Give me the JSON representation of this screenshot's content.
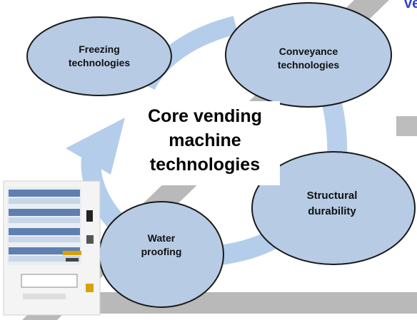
{
  "corner_text": "ve",
  "center_label": [
    "Core vending",
    "machine",
    "technologies"
  ],
  "bubbles": {
    "freezing": [
      "Freezing",
      "technologies"
    ],
    "conveyance": [
      "Conveyance",
      "technologies"
    ],
    "structural": [
      "Structural",
      "durability"
    ],
    "water": [
      "Water",
      "proofing"
    ]
  },
  "colors": {
    "bubble_fill": "#b7cbe4",
    "bubble_stroke": "#1a1a1a",
    "cycle_arrow": "#b4cdea",
    "gray_band": "#b9b9b9",
    "accent_text": "#3340c8"
  },
  "icons": [
    "vending-machine-icon",
    "cycle-arrow-icon"
  ]
}
